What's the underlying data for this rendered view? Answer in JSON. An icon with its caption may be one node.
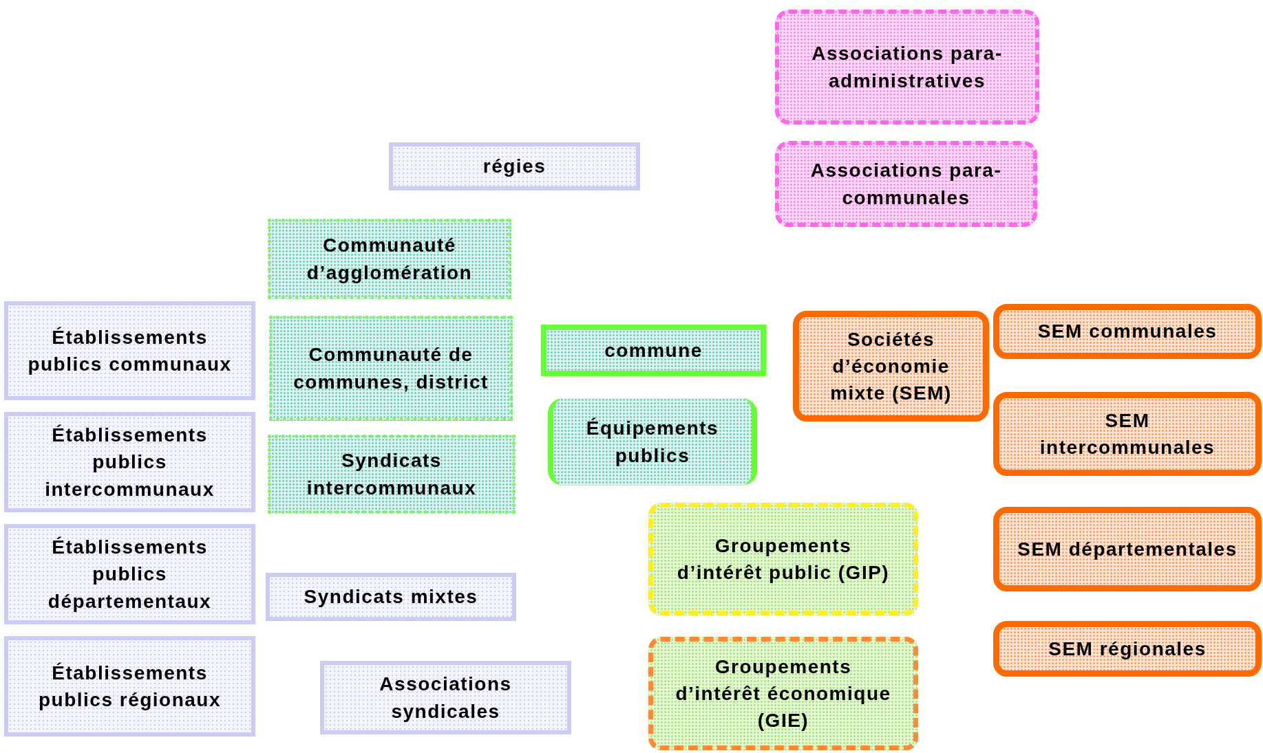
{
  "diagram": {
    "nodes": [
      {
        "text": [
          "Associations para-administratives"
        ]
      },
      {
        "text": [
          "Associations para-communales"
        ]
      },
      {
        "text": [
          "régies"
        ]
      },
      {
        "text": [
          "Communauté d’agglomération"
        ]
      },
      {
        "text": [
          "Établissements publics communaux"
        ]
      },
      {
        "text": [
          "Communauté de communes, district"
        ]
      },
      {
        "text": [
          "commune"
        ]
      },
      {
        "text": [
          "Sociétés d’économie mixte (SEM)"
        ]
      },
      {
        "text": [
          "SEM communales"
        ]
      },
      {
        "text": [
          "Établissements publics intercommunaux"
        ]
      },
      {
        "text": [
          "Syndicats intercommunaux"
        ]
      },
      {
        "text": [
          "Équipements publics"
        ]
      },
      {
        "text": [
          "SEM intercommunales"
        ]
      },
      {
        "text": [
          "Groupements d’intérêt public (GIP)"
        ]
      },
      {
        "text": [
          "SEM départementales"
        ]
      },
      {
        "text": [
          "Établissements publics départementaux"
        ]
      },
      {
        "text": [
          "Syndicats mixtes"
        ]
      },
      {
        "text": [
          "Établissements publics régionaux"
        ]
      },
      {
        "text": [
          "Associations syndicales"
        ]
      },
      {
        "text": [
          "Groupements d’intérêt économique (GIE)"
        ]
      },
      {
        "text": [
          "SEM régionales"
        ]
      }
    ]
  }
}
